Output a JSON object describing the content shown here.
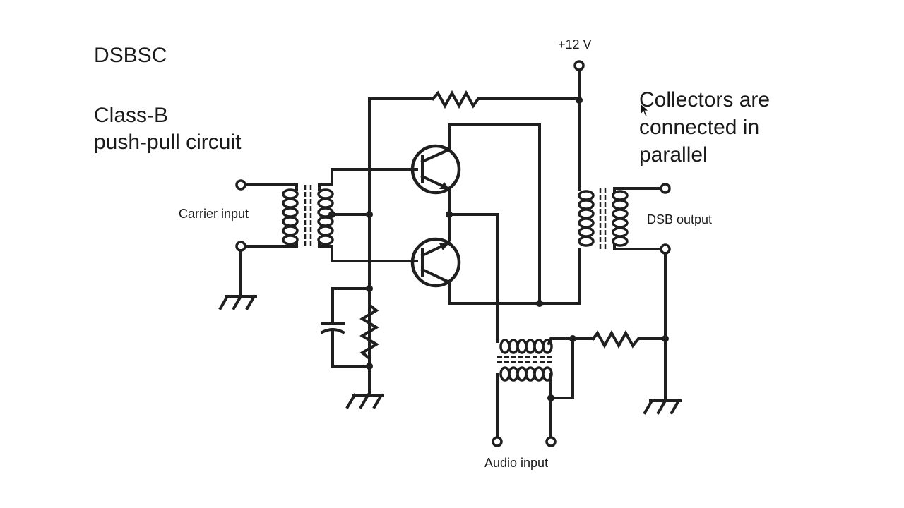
{
  "diagram": {
    "title": "DSBSC",
    "subtitle": [
      "Class-B",
      "push-pull circuit"
    ],
    "note": [
      "Collectors are",
      "connected in",
      "parallel"
    ],
    "labels": {
      "carrier_input": "Carrier input",
      "dsb_output": "DSB output",
      "audio_input": "Audio input",
      "supply": "+12 V"
    },
    "components": [
      {
        "type": "transformer",
        "name": "carrier-input-transformer",
        "note": "center-tapped secondary"
      },
      {
        "type": "npn-transistor",
        "name": "upper-transistor"
      },
      {
        "type": "npn-transistor",
        "name": "lower-transistor"
      },
      {
        "type": "transformer",
        "name": "dsb-output-transformer"
      },
      {
        "type": "transformer",
        "name": "audio-input-transformer"
      },
      {
        "type": "resistor",
        "name": "bias-resistor-top"
      },
      {
        "type": "resistor",
        "name": "bias-resistor-bottom"
      },
      {
        "type": "capacitor",
        "name": "bypass-capacitor"
      },
      {
        "type": "resistor",
        "name": "audio-load-resistor"
      },
      {
        "type": "ground",
        "count": 3
      }
    ],
    "colors": {
      "ink": "#1f1f1f",
      "background": "#ffffff"
    }
  }
}
